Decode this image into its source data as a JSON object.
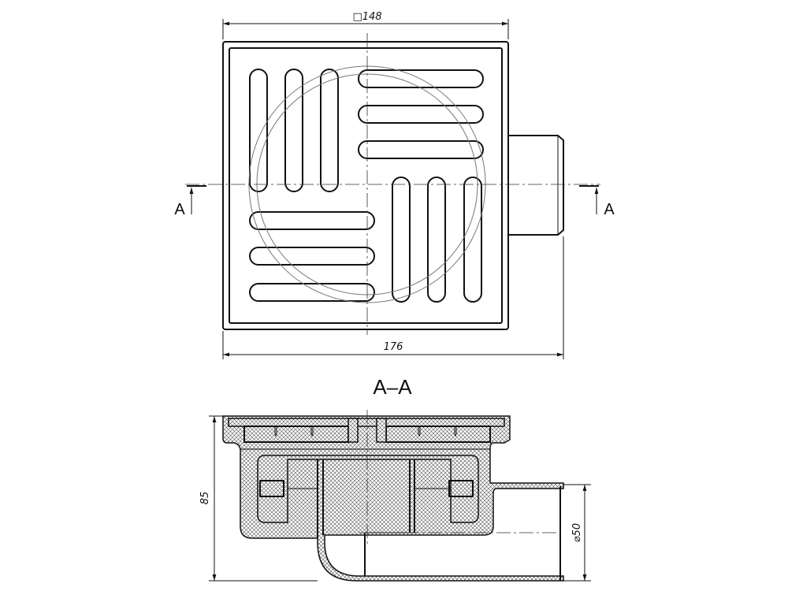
{
  "top_view": {
    "dim_square": "□148",
    "dim_width": "176",
    "section_mark_left": "A",
    "section_mark_right": "A"
  },
  "section_view": {
    "title": "A–A",
    "dim_height": "85",
    "dim_pipe": "⌀50"
  }
}
